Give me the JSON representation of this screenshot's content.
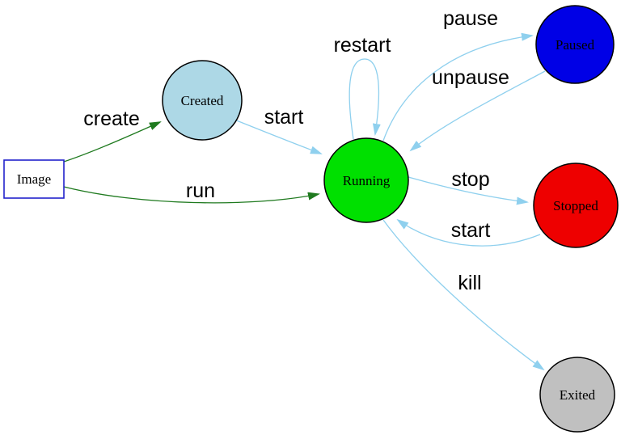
{
  "colors": {
    "background": "#ffffff",
    "edge_blue": "#8fd0ee",
    "edge_green": "#1f7a1f",
    "text": "#000000"
  },
  "nodes": {
    "image": {
      "label": "Image",
      "shape": "rectangle",
      "fill": "#ffffff",
      "stroke": "#2222cc"
    },
    "created": {
      "label": "Created",
      "shape": "circle",
      "fill": "#add8e6",
      "stroke": "#000000"
    },
    "running": {
      "label": "Running",
      "shape": "circle",
      "fill": "#00e000",
      "stroke": "#000000"
    },
    "paused": {
      "label": "Paused",
      "shape": "circle",
      "fill": "#0000e6",
      "stroke": "#000000"
    },
    "stopped": {
      "label": "Stopped",
      "shape": "circle",
      "fill": "#ee0000",
      "stroke": "#000000"
    },
    "exited": {
      "label": "Exited",
      "shape": "circle",
      "fill": "#c0c0c0",
      "stroke": "#000000"
    }
  },
  "edges": {
    "create": {
      "label": "create",
      "from": "image",
      "to": "created",
      "color": "#1f7a1f"
    },
    "run": {
      "label": "run",
      "from": "image",
      "to": "running",
      "color": "#1f7a1f"
    },
    "start": {
      "label": "start",
      "from": "created",
      "to": "running",
      "color": "#8fd0ee"
    },
    "restart": {
      "label": "restart",
      "from": "running",
      "to": "running",
      "color": "#8fd0ee"
    },
    "pause": {
      "label": "pause",
      "from": "running",
      "to": "paused",
      "color": "#8fd0ee"
    },
    "unpause": {
      "label": "unpause",
      "from": "paused",
      "to": "running",
      "color": "#8fd0ee"
    },
    "stop": {
      "label": "stop",
      "from": "running",
      "to": "stopped",
      "color": "#8fd0ee"
    },
    "start2": {
      "label": "start",
      "from": "stopped",
      "to": "running",
      "color": "#8fd0ee"
    },
    "kill": {
      "label": "kill",
      "from": "running",
      "to": "exited",
      "color": "#8fd0ee"
    }
  }
}
